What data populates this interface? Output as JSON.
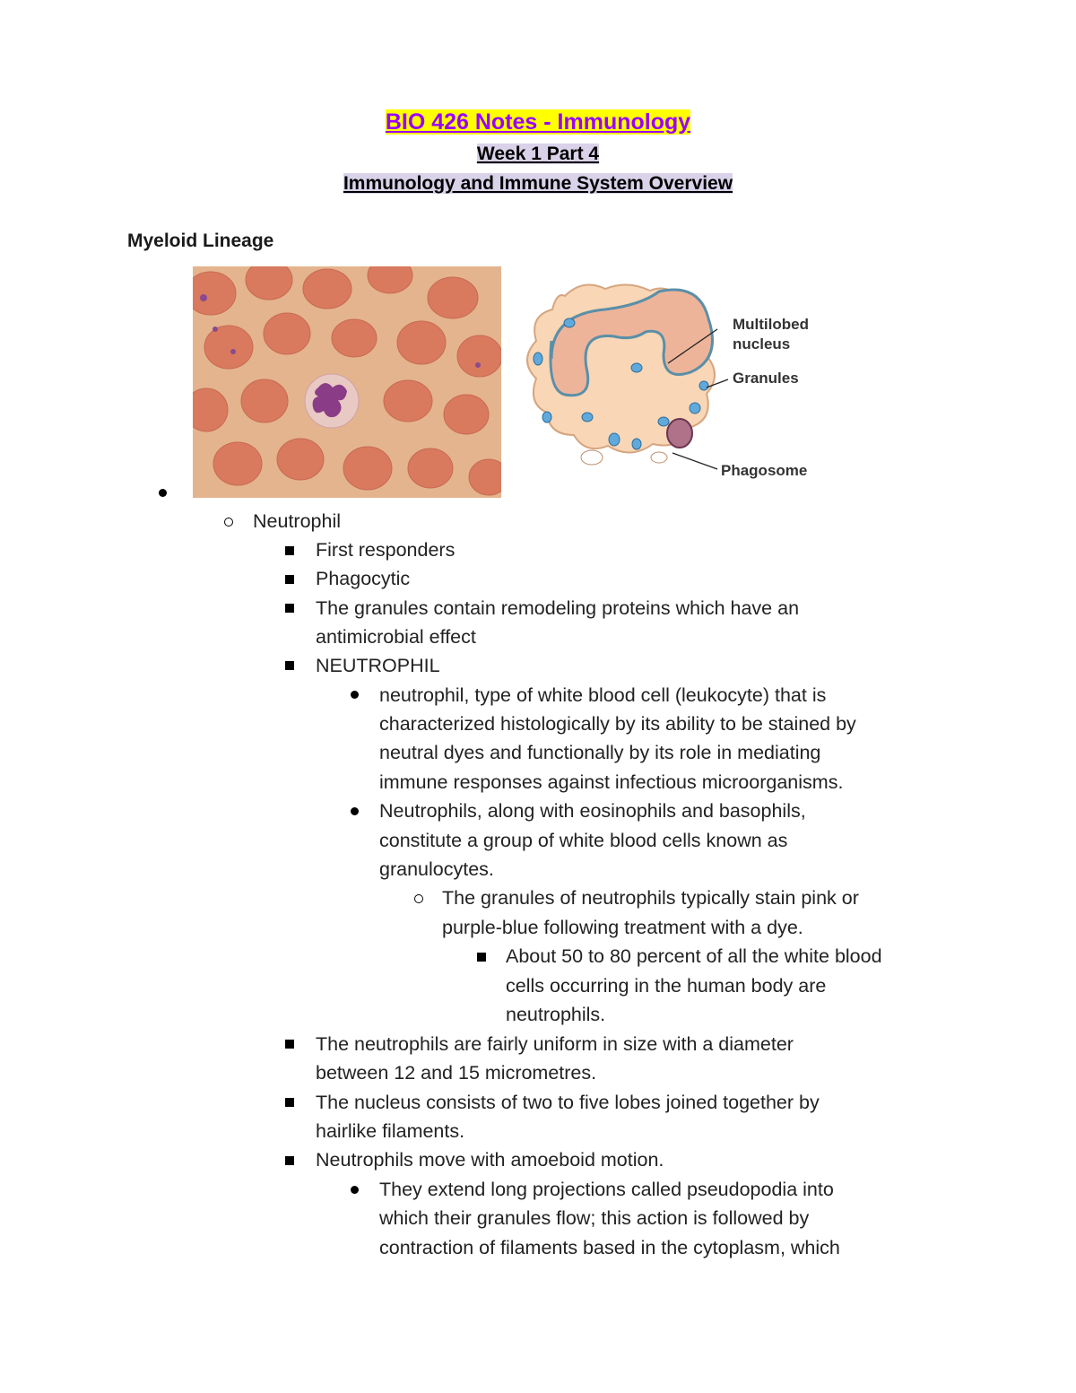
{
  "header": {
    "title": "BIO 426 Notes - Immunology",
    "week": "Week 1 Part 4",
    "topic": "Immunology and Immune System Overview"
  },
  "section_heading": "Myeloid Lineage",
  "figure": {
    "labels": {
      "nucleus_line1": "Multilobed",
      "nucleus_line2": "nucleus",
      "granules": "Granules",
      "phagosome": "Phagosome"
    }
  },
  "notes": {
    "neutrophil": "Neutrophil",
    "l1": "First responders",
    "l2": "Phagocytic",
    "l3a": "The granules contain remodeling proteins which have an",
    "l3b": "antimicrobial effect",
    "l4": "NEUTROPHIL",
    "l5a": "neutrophil, type of white blood cell (leukocyte) that is",
    "l5b": "characterized histologically by its ability to be stained by",
    "l5c": "neutral dyes and functionally by its role in mediating",
    "l5d": "immune responses against infectious microorganisms.",
    "l6a": "Neutrophils, along with eosinophils and basophils,",
    "l6b": "constitute a group of white blood cells known as",
    "l6c": "granulocytes.",
    "l7a": "The granules of neutrophils typically stain pink or",
    "l7b": "purple-blue following treatment with a dye.",
    "l8a": "About 50 to 80 percent of all the white blood",
    "l8b": "cells occurring in the human body are",
    "l8c": "neutrophils.",
    "l9a": "The neutrophils are fairly uniform in size with a diameter",
    "l9b": "between 12 and 15 micrometres.",
    "l10a": "The nucleus consists of two to five lobes joined together by",
    "l10b": "hairlike filaments.",
    "l11": "Neutrophils move with amoeboid motion.",
    "l12a": "They extend long projections called pseudopodia into",
    "l12b": "which their granules flow; this action is followed by",
    "l12c": "contraction of filaments based in the cytoplasm, which"
  }
}
